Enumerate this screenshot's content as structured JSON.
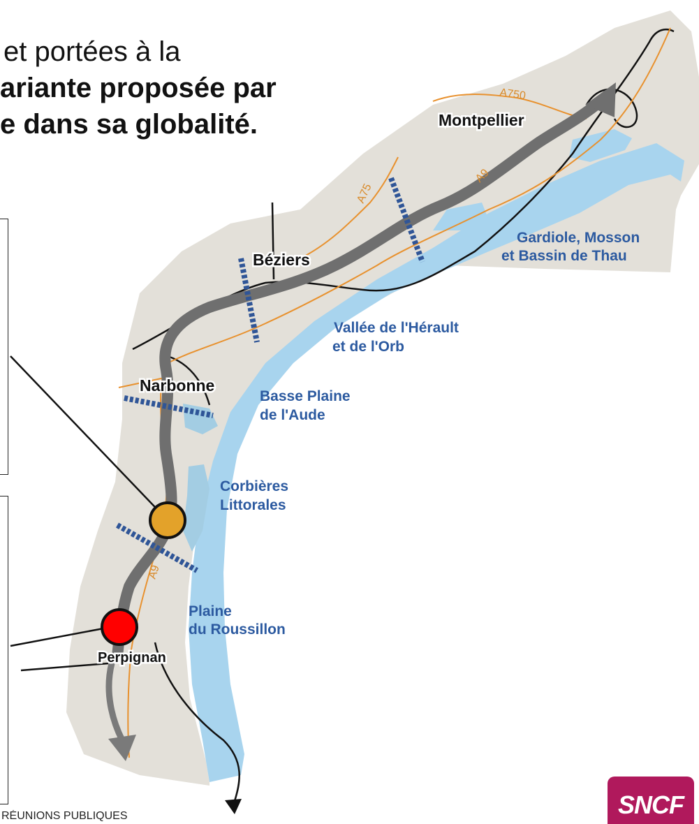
{
  "headline": {
    "line1": "et portées à la",
    "line2": "ariante proposée par",
    "line3": "e dans sa globalité."
  },
  "cities": {
    "montpellier": "Montpellier",
    "beziers": "Béziers",
    "narbonne": "Narbonne",
    "perpignan": "Perpignan"
  },
  "zones": {
    "gardiole_1": "Gardiole, Mosson",
    "gardiole_2": "et Bassin de Thau",
    "herault_1": "Vallée de l'Hérault",
    "herault_2": "et de l'Orb",
    "aude_1": "Basse Plaine",
    "aude_2": "de l'Aude",
    "corbieres_1": "Corbières",
    "corbieres_2": "Littorales",
    "roussillon_1": "Plaine",
    "roussillon_2": "du Roussillon"
  },
  "roads": {
    "a750": "A750",
    "a75": "A75",
    "a9_north": "A9",
    "a9_south": "A9"
  },
  "markers": {
    "orange_color": "#e3a22a",
    "red_color": "#ff0000"
  },
  "colors": {
    "land": "#e3e0d9",
    "water": "#a8d4ee",
    "route": "#6f6f6f",
    "highway": "#e8912e",
    "crossing": "#2f5597"
  },
  "footer": {
    "text": "RÉUNIONS PUBLIQUES",
    "logo": "SNCF"
  }
}
